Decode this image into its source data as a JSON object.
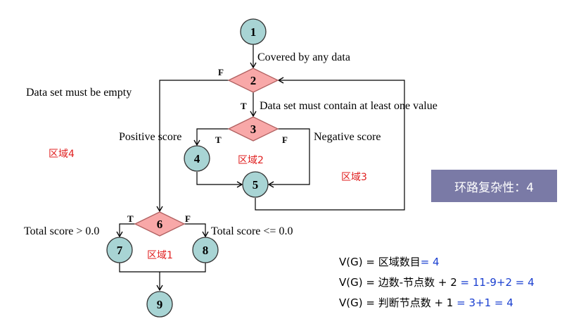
{
  "nodes": [
    {
      "id": "1",
      "shape": "circle"
    },
    {
      "id": "2",
      "shape": "diamond"
    },
    {
      "id": "3",
      "shape": "diamond"
    },
    {
      "id": "4",
      "shape": "circle"
    },
    {
      "id": "5",
      "shape": "circle"
    },
    {
      "id": "6",
      "shape": "diamond"
    },
    {
      "id": "7",
      "shape": "circle"
    },
    {
      "id": "8",
      "shape": "circle"
    },
    {
      "id": "9",
      "shape": "circle"
    }
  ],
  "edge_labels": {
    "covered": "Covered by any data",
    "must_contain": "Data set must contain at least one value",
    "must_empty": "Data set must be empty",
    "positive": "Positive score",
    "negative": "Negative score",
    "total_gt": "Total score > 0.0",
    "total_le": "Total score <= 0.0"
  },
  "branch_labels": {
    "n2_false": "F",
    "n2_true": "T",
    "n3_true": "T",
    "n3_false": "F",
    "n6_true": "T",
    "n6_false": "F"
  },
  "regions": {
    "r1": "区域1",
    "r2": "区域2",
    "r3": "区域3",
    "r4": "区域4"
  },
  "complexity_box": "环路复杂性：4",
  "formulas": [
    {
      "lhs": "V(G) = ",
      "expr": "区域数目",
      "result": "= 4"
    },
    {
      "lhs": "V(G) = ",
      "expr": "边数-节点数 + 2",
      "result": " = 11-9+2 = 4"
    },
    {
      "lhs": "V(G) = ",
      "expr": "判断节点数 + 1",
      "result": " = 3+1 = 4"
    }
  ],
  "colors": {
    "circle_fill": "#a8d4d4",
    "diamond_fill": "#f8a8a8",
    "region_text": "#e02020",
    "box_fill": "#7a7aa6",
    "formula_result": "#1a3fd0"
  }
}
